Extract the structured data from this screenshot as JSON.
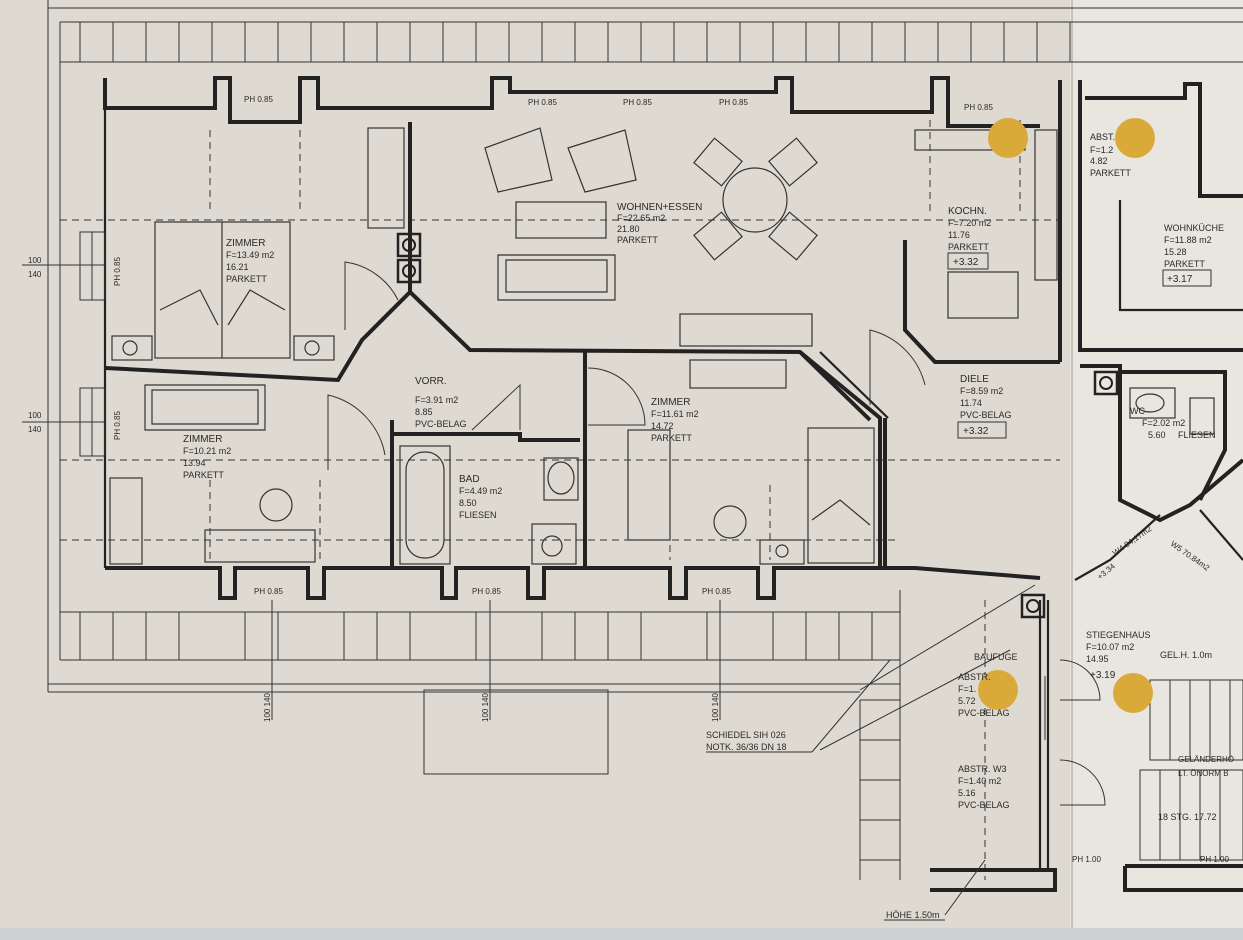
{
  "rooms": [
    {
      "id": "wohnen",
      "name": "WOHNEN+ESSEN",
      "area": "F=22.65 m2",
      "v2": "21.80",
      "floor": "PARKETT"
    },
    {
      "id": "zimmer1",
      "name": "ZIMMER",
      "area": "F=13.49 m2",
      "v2": "16.21",
      "floor": "PARKETT"
    },
    {
      "id": "zimmer2",
      "name": "ZIMMER",
      "area": "F=10.21 m2",
      "v2": "13.94",
      "floor": "PARKETT"
    },
    {
      "id": "zimmer3",
      "name": "ZIMMER",
      "area": "F=11.61 m2",
      "v2": "14.72",
      "floor": "PARKETT"
    },
    {
      "id": "vorr",
      "name": "VORR.",
      "area": "F=3.91 m2",
      "v2": "8.85",
      "floor": "PVC-BELAG"
    },
    {
      "id": "bad",
      "name": "BAD",
      "area": "F=4.49 m2",
      "v2": "8.50",
      "floor": "FLIESEN"
    },
    {
      "id": "kochn",
      "name": "KOCHN.",
      "area": "F=7.20 m2",
      "v2": "11.76",
      "floor": "PARKETT",
      "level": "+3.32"
    },
    {
      "id": "diele",
      "name": "DIELE",
      "area": "F=8.59 m2",
      "v2": "11.74",
      "floor": "PVC-BELAG",
      "level": "+3.32"
    },
    {
      "id": "wohnkueche",
      "name": "WOHNKÜCHE",
      "area": "F=11.88 m2",
      "v2": "15.28",
      "floor": "PARKETT",
      "level": "+3.17"
    },
    {
      "id": "abst",
      "name": "ABST.",
      "area": "F=1.2",
      "v2": "4.82",
      "floor": "PARKETT"
    },
    {
      "id": "wc",
      "name": "WC",
      "area": "F=2.02 m2",
      "v2": "5.60",
      "floor": "FLIESEN"
    },
    {
      "id": "stiegenhaus",
      "name": "STIEGENHAUS",
      "area": "F=10.07 m2",
      "v2": "14.95",
      "level": "+3.19"
    },
    {
      "id": "abst2",
      "name": "ABSTR.",
      "area": "F=1.",
      "v2": "5.72",
      "floor": "PVC-BELAG"
    },
    {
      "id": "abstw3",
      "name": "ABSTR. W3",
      "area": "F=1.40 m2",
      "v2": "5.16",
      "floor": "PVC-BELAG"
    }
  ],
  "labels": {
    "ph": "PH 0.85",
    "ph100": "PH 1.00",
    "dim": "100",
    "dim2": "140",
    "dimv": "100 140",
    "phv": "PH 0.85",
    "baufuge": "BAUFUGE",
    "gelh": "GEL.H. 1.0m",
    "schiedel1": "SCHIEDEL SIH 026",
    "schiedel2": "NOTK. 36/36 DN 18",
    "hoehe": "HÖHE 1.50m",
    "stair": "18 STG. 17.72",
    "gelaender1": "GELÄNDERHÖ",
    "gelaender2": "LT. ÖNORM B",
    "w4": "W4 84,17m2",
    "w5": "W5 70.84m2",
    "w4lvl": "+3.34"
  },
  "colors": {
    "paper": "#dedad1",
    "ink": "#222222",
    "pin": "#d9aa3a"
  }
}
